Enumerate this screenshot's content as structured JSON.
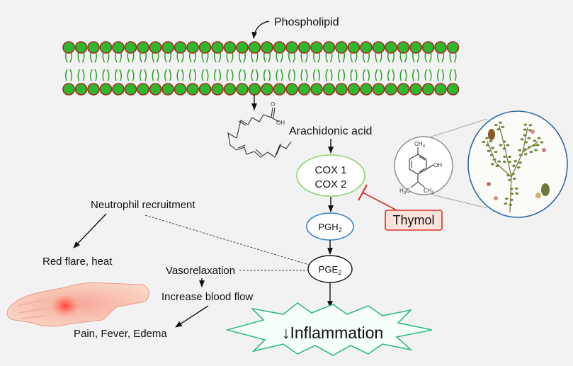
{
  "labels": {
    "phospholipid": "Phospholipid",
    "arachidonic_acid": "Arachidonic acid",
    "cox1": "COX 1",
    "cox2": "COX 2",
    "pgh2": "PGH",
    "pgh2_sub": "2",
    "pge2": "PGE",
    "pge2_sub": "2",
    "thymol": "Thymol",
    "neutrophil": "Neutrophil recruitment",
    "red_flare": "Red flare, heat",
    "vasorelaxation": "Vasorelaxation",
    "blood_flow": "Increase blood flow",
    "symptoms": "Pain, Fever, Edema",
    "inflammation": "Inflammation",
    "down_arrow": "↓",
    "acid_oh": "OH",
    "acid_o": "O",
    "thymol_ch3_top": "CH",
    "thymol_ch3_top_sub": "3",
    "thymol_oh": "OH",
    "thymol_h3c": "H",
    "thymol_h3c_sub": "3",
    "thymol_h3c_c": "C",
    "thymol_ch3_right": "CH",
    "thymol_ch3_right_sub": "3"
  },
  "colors": {
    "background": "#f2f2f2",
    "head_fill": "#2eb82e",
    "head_stroke": "#a62a1f",
    "tail": "#2e9e2e",
    "cox_stroke": "#8fd16a",
    "pgh_stroke": "#3b7fc4",
    "thymol_fill": "#fbe3dc",
    "thymol_stroke": "#d9342b",
    "inhibit_line": "#d9342b",
    "burst_stroke": "#2dbb7f",
    "circle_stroke": "#2f6aa6"
  },
  "icons": [
    "hand-illustration",
    "thyme-plant-illustration",
    "thymol-structure",
    "arachidonic-acid-structure"
  ]
}
